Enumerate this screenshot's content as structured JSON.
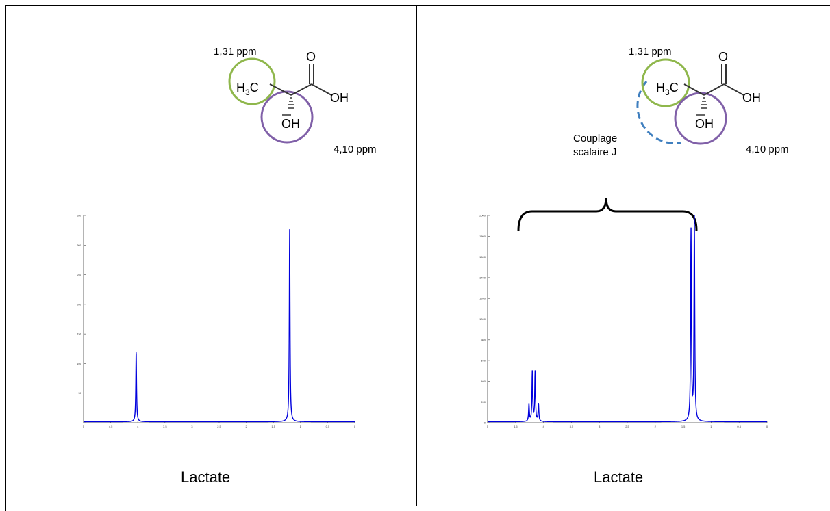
{
  "panels": [
    {
      "id": "left",
      "annotations": {
        "ch3_shift": "1,31 ppm",
        "oh_shift": "4,10 ppm"
      },
      "molecule": {
        "ch3": "H3C",
        "oh": "OH",
        "carbonyl_o": "O",
        "acid_oh": "OH"
      },
      "caption": "Lactate",
      "chart_data": {
        "type": "line",
        "x_reversed": true,
        "xlim": [
          5,
          0
        ],
        "ylim": [
          0,
          350
        ],
        "x_ticks": [
          "5",
          "4.5",
          "4",
          "3.5",
          "3",
          "2.5",
          "2",
          "1.5",
          "1",
          "0.5",
          "0"
        ],
        "y_ticks": [
          "",
          "50",
          "100",
          "150",
          "200",
          "250",
          "300",
          "350"
        ],
        "peaks": [
          {
            "x": 4.03,
            "y": 120
          },
          {
            "x": 1.2,
            "y": 325
          }
        ],
        "color": "#0000dd"
      }
    },
    {
      "id": "right",
      "annotations": {
        "ch3_shift": "1,31 ppm",
        "oh_shift": "4,10 ppm",
        "coupling_line1": "Couplage",
        "coupling_line2": "scalaire J"
      },
      "molecule": {
        "ch3": "H3C",
        "oh": "OH",
        "carbonyl_o": "O",
        "acid_oh": "OH"
      },
      "caption": "Lactate",
      "chart_data": {
        "type": "line",
        "x_reversed": true,
        "xlim": [
          5,
          0
        ],
        "ylim": [
          0,
          2000
        ],
        "x_ticks": [
          "5",
          "4.5",
          "4",
          "3.5",
          "3",
          "2.5",
          "2",
          "1.5",
          "1",
          "0.5",
          "0"
        ],
        "y_ticks": [
          "0",
          "200",
          "400",
          "600",
          "800",
          "1000",
          "1200",
          "1400",
          "1600",
          "1800",
          "2000"
        ],
        "peaks": [
          {
            "x": 4.26,
            "y": 170
          },
          {
            "x": 4.2,
            "y": 480
          },
          {
            "x": 4.15,
            "y": 480
          },
          {
            "x": 4.09,
            "y": 170
          },
          {
            "x": 1.36,
            "y": 1850
          },
          {
            "x": 1.3,
            "y": 1970
          }
        ],
        "color": "#0000dd"
      }
    }
  ],
  "colors": {
    "ch3_circle": "#8fb74c",
    "oh_circle": "#8060a8",
    "coupling_arc": "#3f7fbf",
    "spectrum": "#0000dd"
  }
}
